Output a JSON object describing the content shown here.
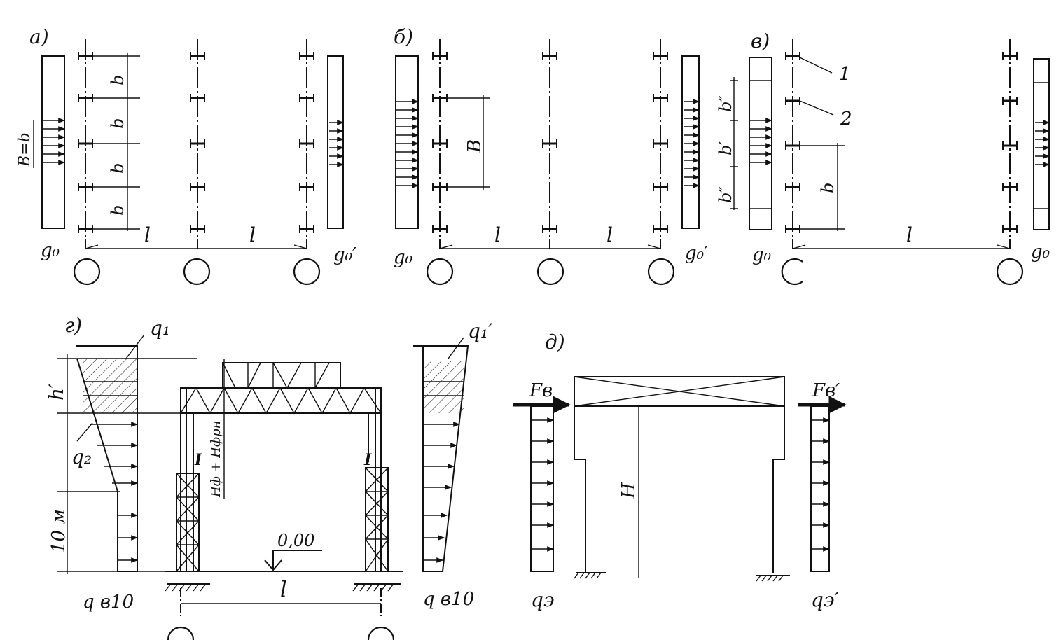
{
  "panel_labels": {
    "a": "а)",
    "b": "б)",
    "v": "в)",
    "g": "г)",
    "d": "д)"
  },
  "plan_labels": {
    "span": "l",
    "spacing": "b",
    "band_eq": "B=b",
    "band": "B",
    "load_left": "g₀",
    "load_right": "g₀′",
    "b_prime": "b′",
    "b_double": "b″",
    "ref_1": "1",
    "ref_2": "2"
  },
  "frame_g": {
    "q1": "q₁",
    "q1_prime": "q₁′",
    "q2": "q₂",
    "h_prime": "h′",
    "ten_m": "10 м",
    "truss_height": "Hф + Hфрн",
    "crane_rail": "I",
    "zero_mark": "0,00",
    "span": "l",
    "q_left": "q в10",
    "q_right": "q в10"
  },
  "frame_d": {
    "force_left": "Fв",
    "force_right": "Fв′",
    "height": "H",
    "q_left": "qэ",
    "q_right": "qэ′"
  }
}
